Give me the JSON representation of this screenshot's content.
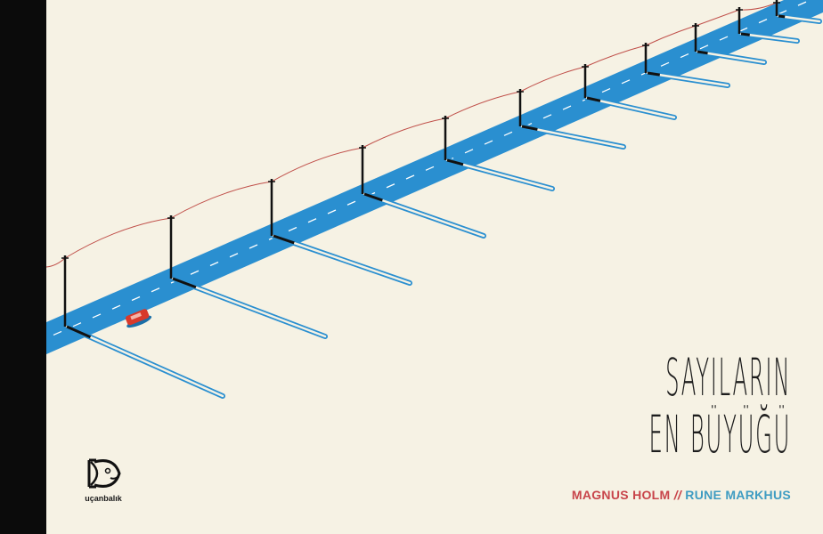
{
  "cover": {
    "title_line1": "SAYILARIN",
    "title_line2": "EN BÜYÜĞÜ",
    "author1": "MAGNUS HOLM",
    "separator": "//",
    "author2": "RUNE MARKHUS",
    "publisher": "uçanbalık"
  },
  "colors": {
    "background": "#f6f2e4",
    "road": "#2a8fd0",
    "wire": "#c0504a",
    "car": "#d8392b",
    "author1": "#c8444a",
    "author2": "#3f9cc2"
  }
}
